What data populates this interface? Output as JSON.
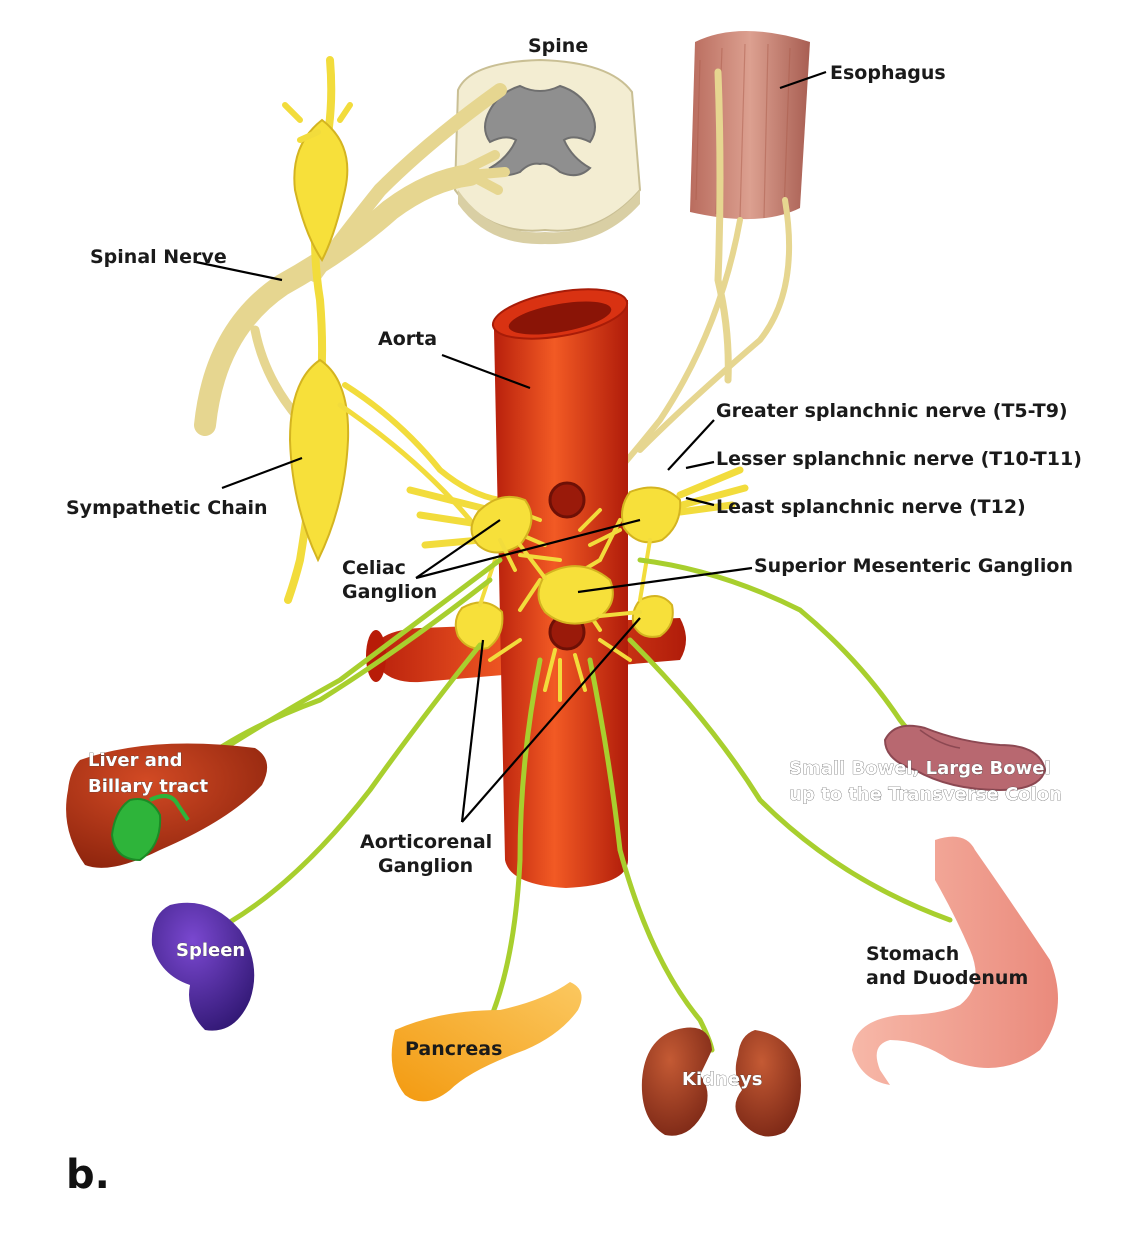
{
  "panel": "b.",
  "labels": {
    "spine": "Spine",
    "esophagus": "Esophagus",
    "spinal_nerve": "Spinal Nerve",
    "aorta": "Aorta",
    "sympathetic_chain": "Sympathetic Chain",
    "greater_splanchnic": "Greater splanchnic nerve (T5-T9)",
    "lesser_splanchnic": "Lesser splanchnic nerve (T10-T11)",
    "least_splanchnic": "Least splanchnic nerve (T12)",
    "celiac_1": "Celiac",
    "celiac_2": "Ganglion",
    "superior_mesenteric": "Superior Mesenteric Ganglion",
    "liver_1": "Liver and",
    "liver_2": "Billary tract",
    "small_bowel_1": "Small Bowel, Large Bowel",
    "small_bowel_2": "up to the Transverse Colon",
    "aorticorenal_1": "Aorticorenal",
    "aorticorenal_2": "Ganglion",
    "spleen": "Spleen",
    "stomach_1": "Stomach",
    "stomach_2": "and Duodenum",
    "pancreas": "Pancreas",
    "kidneys": "Kidneys"
  },
  "colors": {
    "aorta": "#e8401a",
    "ganglion": "#f7e03a",
    "visceral_nerve": "#a8cf2e",
    "liver": "#a83018",
    "spleen": "#4a2a9a",
    "pancreas": "#f7a21a",
    "kidneys": "#8a2a18",
    "stomach": "#f2a090",
    "esophagus": "#c98678",
    "bowel": "#b86870"
  }
}
